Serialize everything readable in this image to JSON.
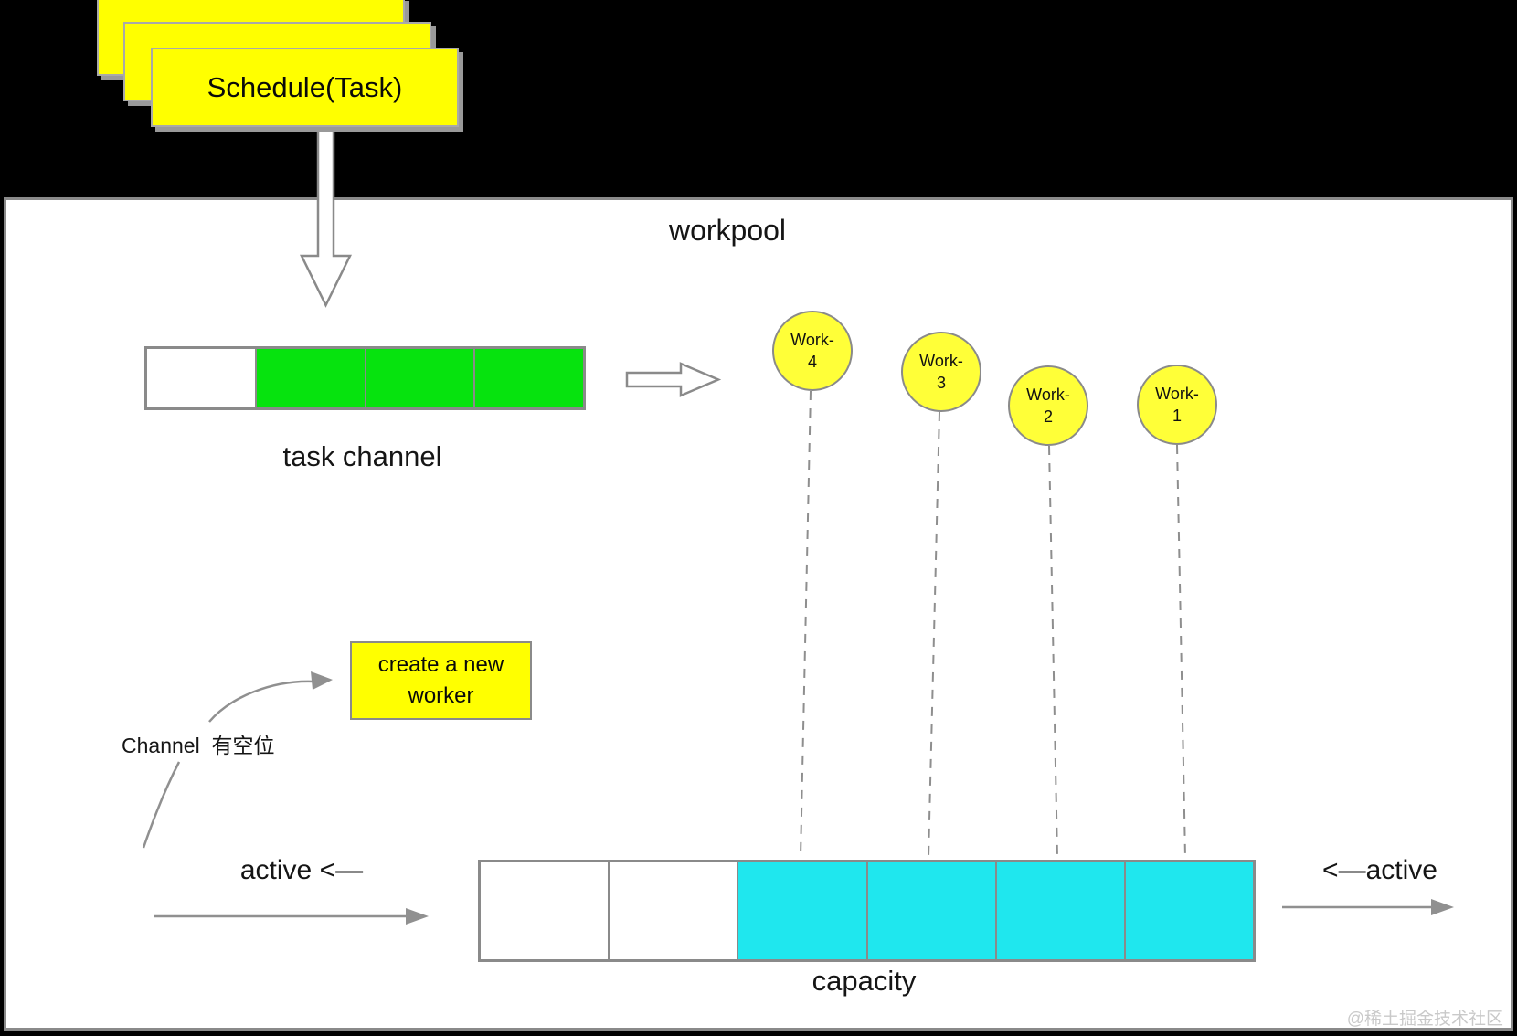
{
  "page": {
    "background_color": "#000000",
    "watermark": "@稀土掘金技术社区"
  },
  "workpool": {
    "title": "workpool"
  },
  "schedule_stack": {
    "label": "Schedule(Task)",
    "card_count": 3,
    "card_color": "#ffff00"
  },
  "task_channel": {
    "label": "task channel",
    "cells": [
      "empty",
      "filled",
      "filled",
      "filled"
    ],
    "fill_color": "#06e30e"
  },
  "workers": [
    {
      "line1": "Work-",
      "line2": "4"
    },
    {
      "line1": "Work-",
      "line2": "3"
    },
    {
      "line1": "Work-",
      "line2": "2"
    },
    {
      "line1": "Work-",
      "line2": "1"
    }
  ],
  "create_worker_box": {
    "line1": "create a new",
    "line2": "worker",
    "color": "#ffff00"
  },
  "channel_note": {
    "text": "Channel  有空位"
  },
  "capacity": {
    "label": "capacity",
    "cells": [
      "empty",
      "empty",
      "filled",
      "filled",
      "filled",
      "filled"
    ],
    "fill_color": "#1fe7ee"
  },
  "active_left": {
    "label": "active <—"
  },
  "active_right": {
    "label": "<—active"
  }
}
